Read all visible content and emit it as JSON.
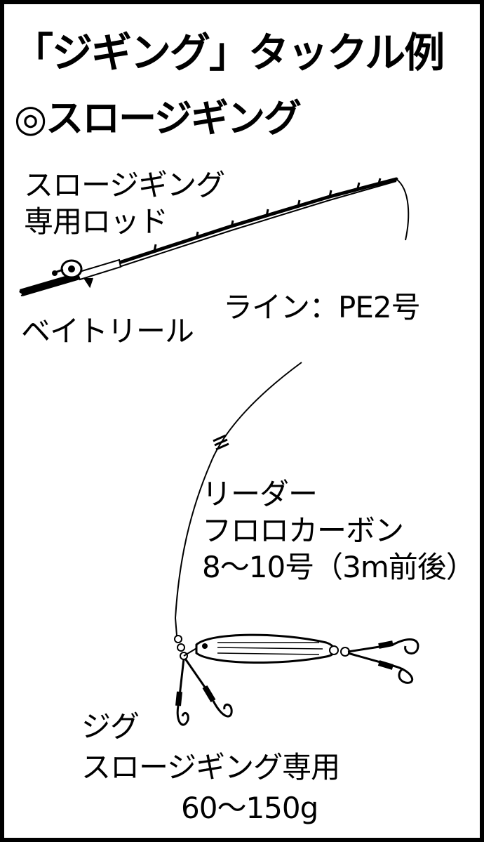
{
  "title": "「ジギング」タックル例",
  "subtitle": "◎スロージギング",
  "rod": {
    "line1": "スロージギング",
    "line2": "専用ロッド"
  },
  "reel": {
    "label": "ベイトリール"
  },
  "line": {
    "label": "ライン：PE2号"
  },
  "leader": {
    "line1": "リーダー",
    "line2": "フロロカーボン",
    "line3": "8～10号（3m前後）"
  },
  "jig": {
    "line1": "ジグ",
    "line2": "スロージギング専用",
    "line3": "60～150g"
  }
}
